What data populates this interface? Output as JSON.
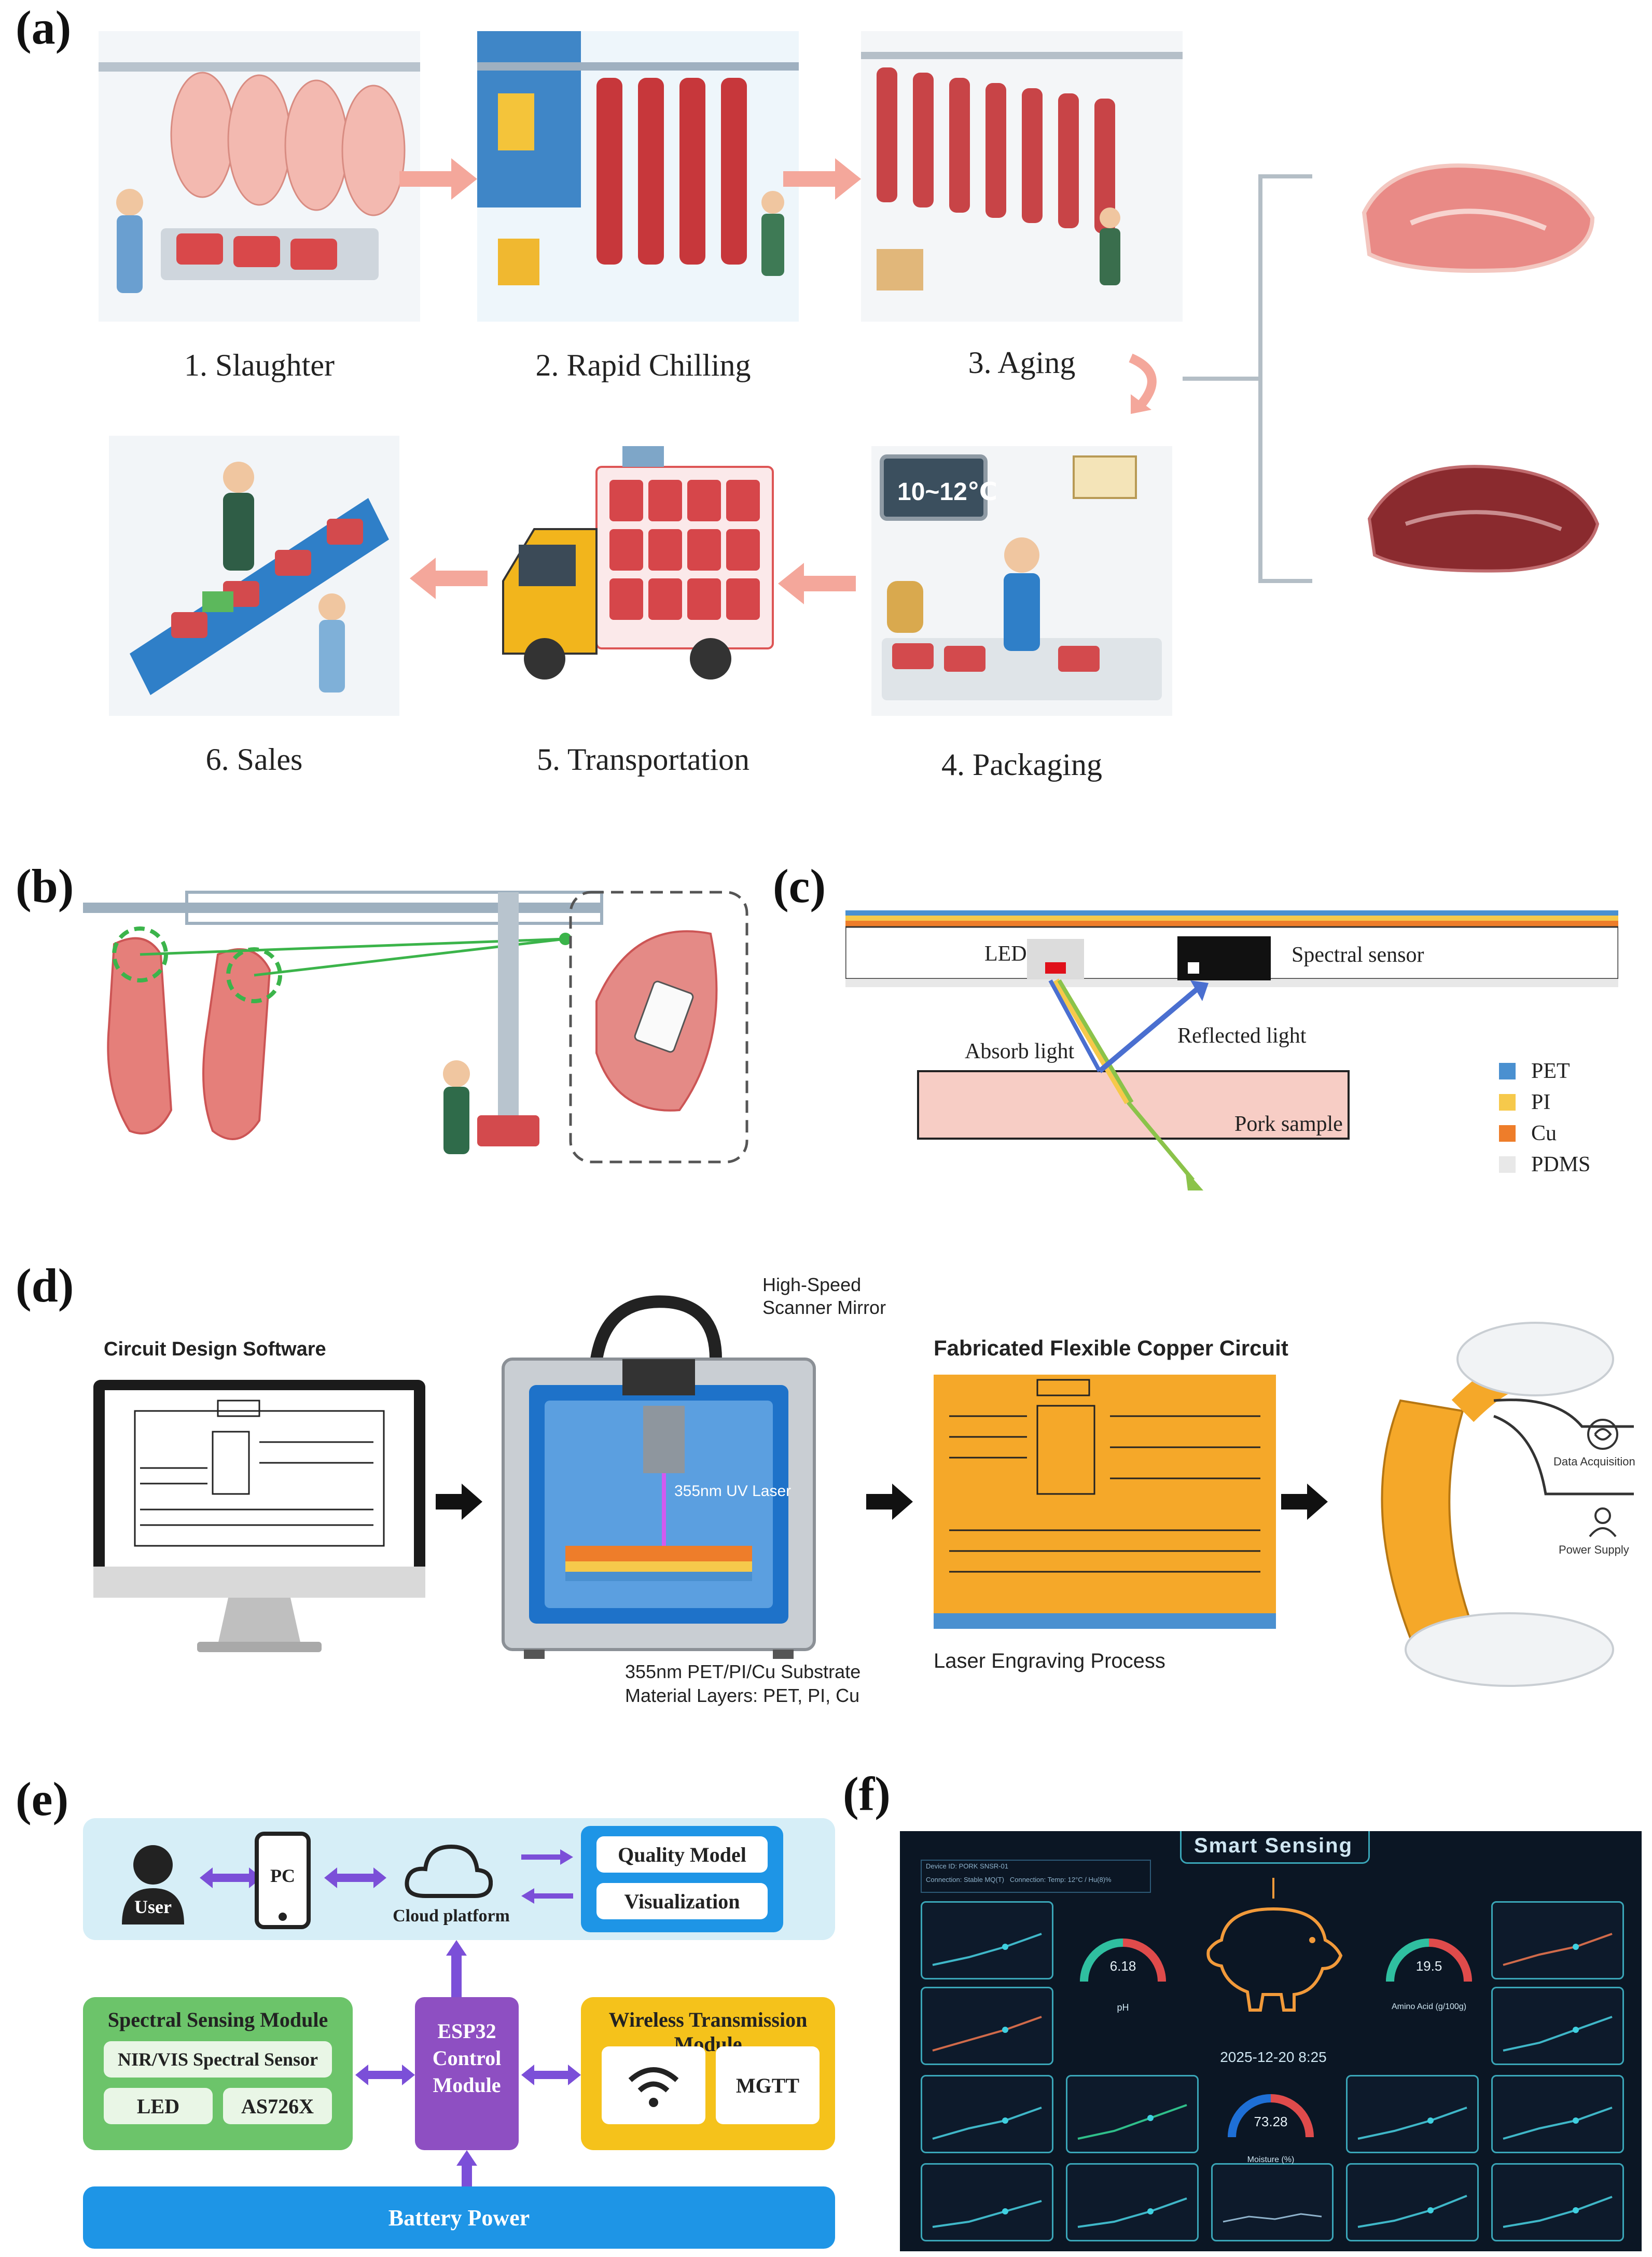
{
  "panels": {
    "a": "(a)",
    "b": "(b)",
    "c": "(c)",
    "d": "(d)",
    "e": "(e)",
    "f": "(f)"
  },
  "panel_a": {
    "steps": [
      "1. Slaughter",
      "2. Rapid Chilling",
      "3. Aging",
      "4. Packaging",
      "5. Transportation",
      "6. Sales"
    ],
    "packaging_temp": "10~12℃"
  },
  "panel_c": {
    "led": "LED",
    "spectral_sensor": "Spectral sensor",
    "absorb_light": "Absorb light",
    "reflected_light": "Reflected light",
    "pork_sample": "Pork sample",
    "legend": [
      {
        "label": "PET",
        "color": "#4a90d0"
      },
      {
        "label": "PI",
        "color": "#f6c94b"
      },
      {
        "label": "Cu",
        "color": "#ee7d2a"
      },
      {
        "label": "PDMS",
        "color": "#e8e8e8"
      }
    ]
  },
  "panel_d": {
    "software_title": "Circuit Design Software",
    "scanner": "High-Speed\nScanner Mirror",
    "laser": "355nm UV Laser",
    "substrate": "355nm PET/PI/Cu Substrate\nMaterial Layers: PET, PI, Cu",
    "circuit_title": "Fabricated Flexible Copper Circuit",
    "engraving": "Laser Engraving Process",
    "data_acq": "Data Acquisition",
    "power": "Power Supply"
  },
  "panel_e": {
    "user": "User",
    "pc": "PC",
    "cloud": "Cloud platform",
    "quality_model": "Quality Model",
    "visualization": "Visualization",
    "spectral_module": "Spectral Sensing Module",
    "nir_sensor": "NIR/VIS Spectral Sensor",
    "led": "LED",
    "as726x": "AS726X",
    "esp32": "ESP32\nControl\nModule",
    "wireless": "Wireless Transmission Module",
    "mgtt": "MGTT",
    "battery": "Battery Power",
    "colors": {
      "top": "#d6eef7",
      "green": "#6cc46a",
      "purple": "#8e4fc2",
      "yellow": "#f5c21b",
      "blue": "#1e95e6",
      "arrow": "#7b4fd8"
    }
  },
  "panel_f": {
    "title": "Smart Sensing",
    "device": "Device ID: PORK SNSR-01",
    "connection": "Connection: Stable MQ(T)   Connection: Temp: 12°C / Hu(8)%",
    "ph_value": "6.18",
    "ph_label": "pH",
    "amino_value": "19.5",
    "amino_label": "Amino Acid (g/100g)",
    "moisture_value": "73.28",
    "moisture_label": "Moisture (%)",
    "datetime": "2025-12-20  8:25"
  }
}
